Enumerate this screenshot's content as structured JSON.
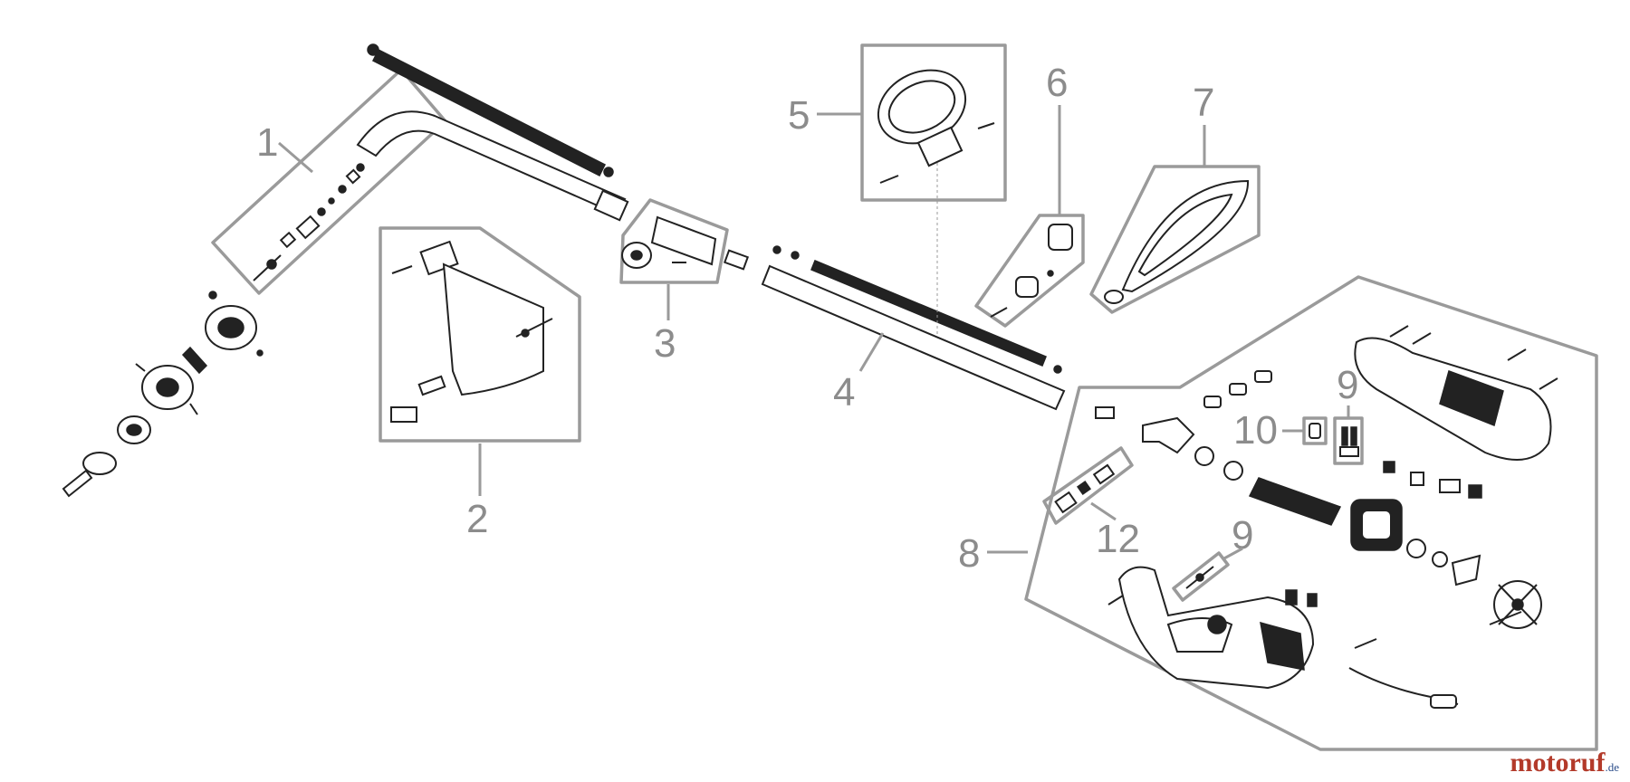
{
  "callouts": {
    "c1": "1",
    "c2": "2",
    "c3": "3",
    "c4": "4",
    "c5": "5",
    "c6": "6",
    "c7": "7",
    "c8": "8",
    "c9a": "9",
    "c9b": "9",
    "c10": "10",
    "c12": "12"
  },
  "watermark": {
    "brand": "motoruf",
    "tld": ".de"
  }
}
